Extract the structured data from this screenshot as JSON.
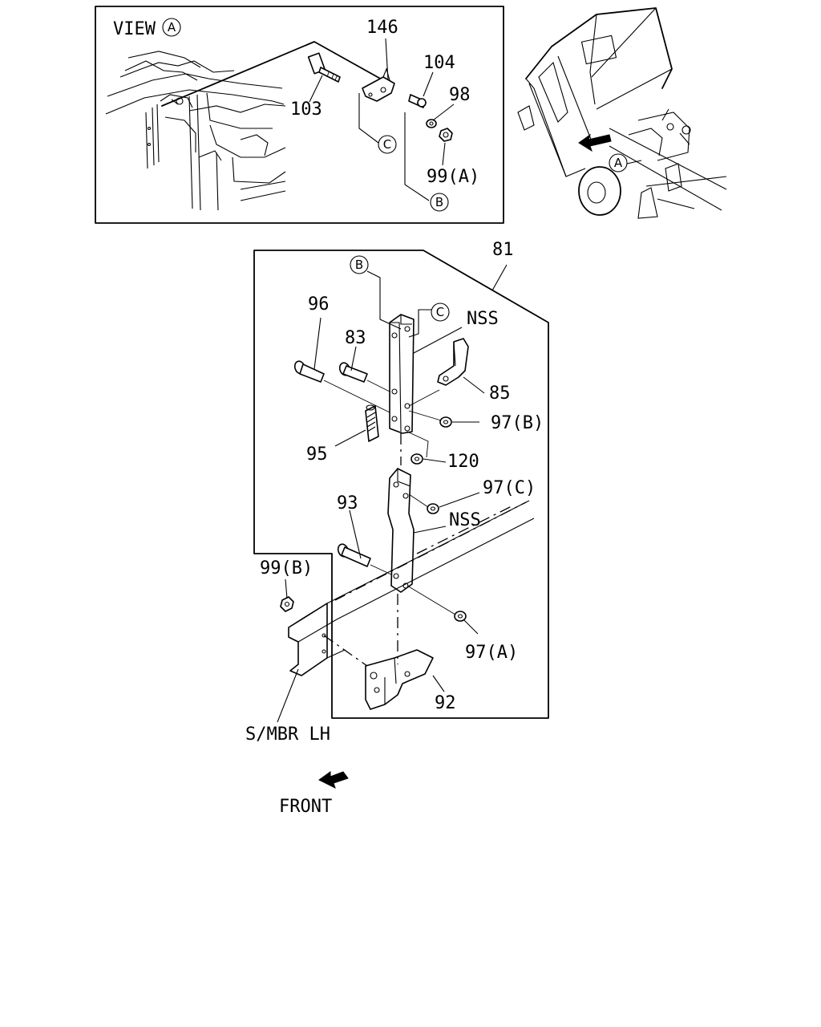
{
  "view_title": "VIEW",
  "view_marker": "A",
  "truck_marker": "A",
  "assembly_label": "81",
  "callouts": {
    "p146": "146",
    "p104": "104",
    "p98": "98",
    "p103": "103",
    "p99a": "99(A)",
    "p96": "96",
    "p83": "83",
    "p85": "85",
    "p97b": "97(B)",
    "p95": "95",
    "p120": "120",
    "p97c": "97(C)",
    "p93": "93",
    "p99b": "99(B)",
    "p97a": "97(A)",
    "p92": "92",
    "nss_upper": "NSS",
    "nss_lower": "NSS"
  },
  "ref_markers": {
    "b": "B",
    "c": "C"
  },
  "side_member_label": "S/MBR LH",
  "front_label": "FRONT"
}
